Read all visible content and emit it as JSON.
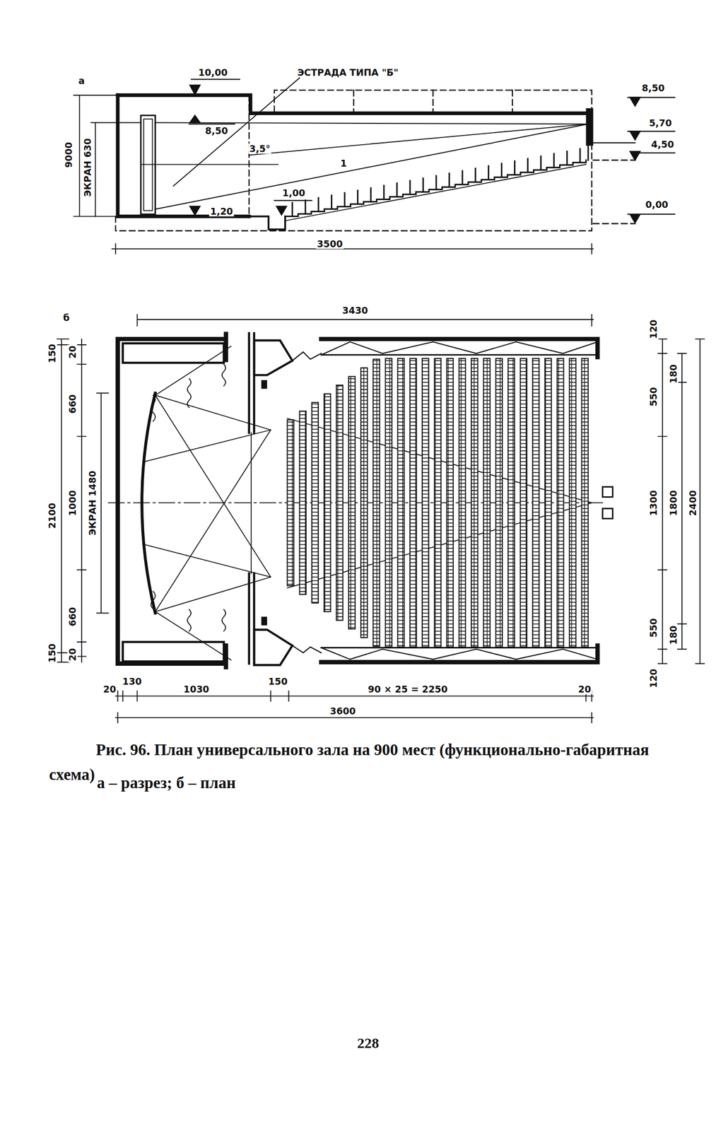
{
  "diagram": {
    "caption": "Рис. 96. План универсального зала на 900 мест (функционально-габаритная схема)",
    "labels": [
      "а",
      "10,00",
      "ЭСТРАДА ТИПА \"Б\"",
      "8,50",
      "9000",
      "ЭКРАН 630",
      "8,50",
      "3,5°",
      "1",
      "5,70",
      "4,50",
      "1,00",
      "1,20",
      "0,00",
      "3500",
      "б",
      "3430",
      "150",
      "20",
      "660",
      "2100",
      "1000",
      "ЭКРАН 1480",
      "660",
      "150",
      "20",
      "120",
      "550",
      "180",
      "1300",
      "1800",
      "2400",
      "550",
      "180",
      "120",
      "20",
      "130",
      "1030",
      "150",
      "90 × 25 = 2250",
      "20",
      "3600",
      "а – разрез; б – план",
      "228"
    ]
  }
}
